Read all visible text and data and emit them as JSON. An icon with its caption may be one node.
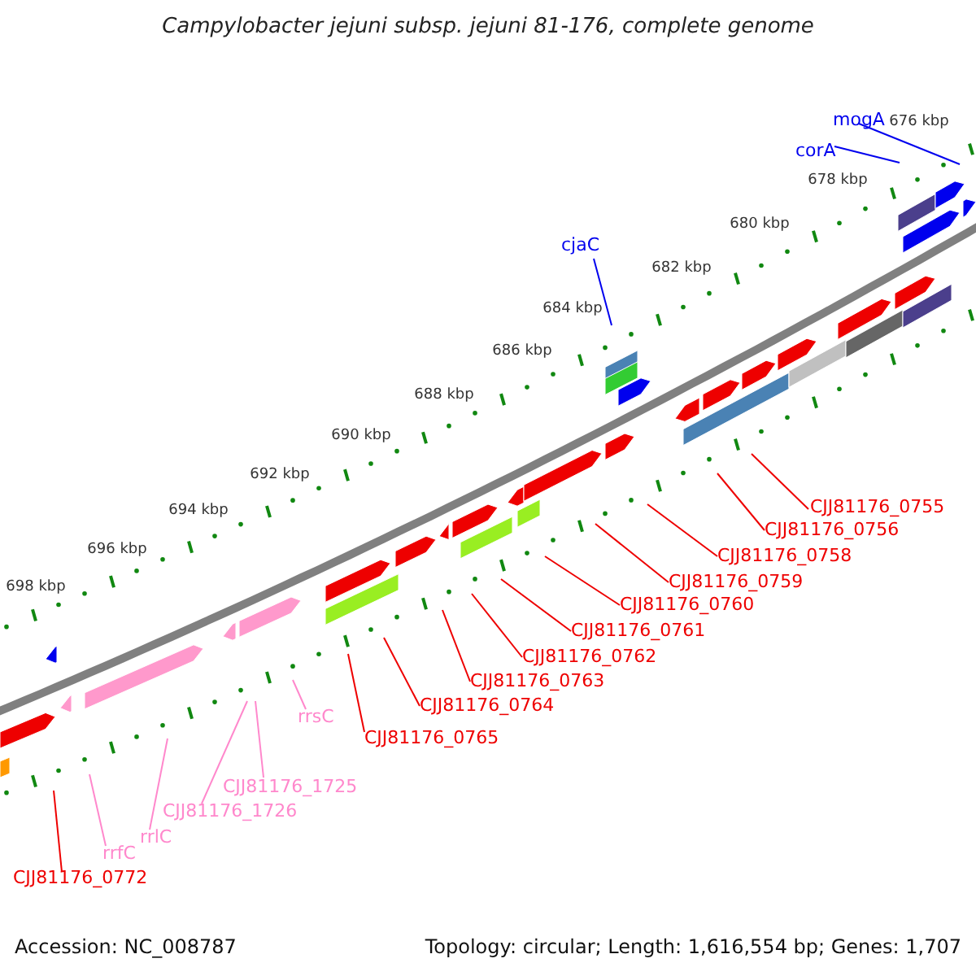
{
  "diagram": {
    "title": "Campylobacter jejuni subsp. jejuni 81-176, complete genome",
    "nodes": [
      {
        "text": [
          "mogA"
        ]
      },
      {
        "text": [
          "corA"
        ]
      },
      {
        "text": [
          "cjaC"
        ]
      },
      {
        "text": [
          "CJJ81176_0755"
        ]
      },
      {
        "text": [
          "CJJ81176_0756"
        ]
      },
      {
        "text": [
          "CJJ81176_0758"
        ]
      },
      {
        "text": [
          "CJJ81176_0759"
        ]
      },
      {
        "text": [
          "CJJ81176_0760"
        ]
      },
      {
        "text": [
          "CJJ81176_0761"
        ]
      },
      {
        "text": [
          "CJJ81176_0762"
        ]
      },
      {
        "text": [
          "CJJ81176_0763"
        ]
      },
      {
        "text": [
          "CJJ81176_0764"
        ]
      },
      {
        "text": [
          "CJJ81176_0765"
        ]
      },
      {
        "text": [
          "rrsC"
        ]
      },
      {
        "text": [
          "CJJ81176_1725"
        ]
      },
      {
        "text": [
          "CJJ81176_1726"
        ]
      },
      {
        "text": [
          "rrlC"
        ]
      },
      {
        "text": [
          "rrfC"
        ]
      },
      {
        "text": [
          "CJJ81176_0772"
        ]
      }
    ],
    "edges": [
      {
        "from": 0,
        "to": null,
        "arrow": "none",
        "color": "#0000ee"
      },
      {
        "from": 1,
        "to": null,
        "arrow": "none",
        "color": "#0000ee"
      },
      {
        "from": 2,
        "to": null,
        "arrow": "none",
        "color": "#0000ee"
      },
      {
        "from": 3,
        "to": null,
        "arrow": "none"
      },
      {
        "from": 4,
        "to": null,
        "arrow": "none"
      },
      {
        "from": 5,
        "to": null,
        "arrow": "none"
      },
      {
        "from": 6,
        "to": null,
        "arrow": "none"
      },
      {
        "from": 7,
        "to": null,
        "arrow": "none"
      },
      {
        "from": 8,
        "to": null,
        "arrow": "none"
      },
      {
        "from": 9,
        "to": null,
        "arrow": "none"
      },
      {
        "from": 10,
        "to": null,
        "arrow": "none"
      },
      {
        "from": 11,
        "to": null,
        "arrow": "none"
      },
      {
        "from": 12,
        "to": null,
        "arrow": "none"
      },
      {
        "from": 13,
        "to": null,
        "arrow": "none",
        "color": "#ff88cc"
      },
      {
        "from": 14,
        "to": null,
        "arrow": "none",
        "color": "#ff88cc"
      },
      {
        "from": 15,
        "to": null,
        "arrow": "none",
        "color": "#ff88cc"
      },
      {
        "from": 16,
        "to": null,
        "arrow": "none",
        "color": "#ff88cc"
      },
      {
        "from": 17,
        "to": null,
        "arrow": "none",
        "color": "#ff88cc"
      },
      {
        "from": 18,
        "to": null,
        "arrow": "none"
      }
    ],
    "labels": [
      "676 kbp",
      "678 kbp",
      "680 kbp",
      "682 kbp",
      "684 kbp",
      "686 kbp",
      "688 kbp",
      "690 kbp",
      "692 kbp",
      "694 kbp",
      "696 kbp",
      "698 kbp",
      "Accession: NC_008787",
      "Topology: circular; Length: 1,616,554 bp; Genes: 1,707"
    ]
  }
}
